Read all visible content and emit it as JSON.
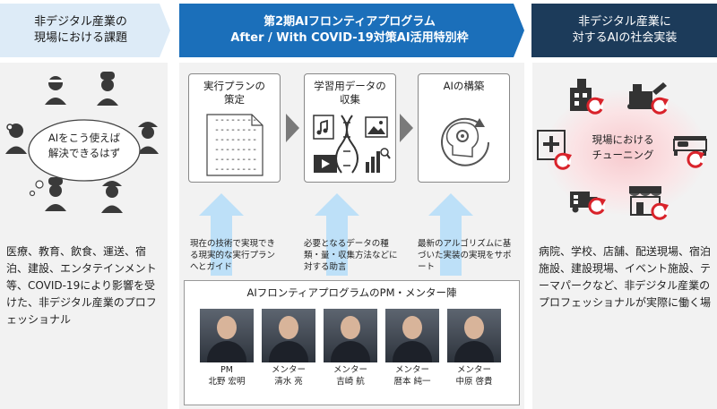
{
  "left": {
    "header": "非デジタル産業の\n現場における課題",
    "cloud_text": "AIをこう使えば\n解決できるはず",
    "description": "医療、教育、飲食、運送、宿泊、建設、エンタテインメント等、COVID-19により影響を受けた、非デジタル産業のプロフェッショナル"
  },
  "center": {
    "header_line1": "第2期AIフロンティアプログラム",
    "header_line2": "After / With COVID-19対策AI活用特別枠",
    "steps": [
      {
        "title": "実行プランの\n策定"
      },
      {
        "title": "学習用データの\n収集"
      },
      {
        "title": "AIの構築"
      }
    ],
    "plan_lines": "--------\n--------\n--------\n--------\n--------\n--------",
    "notes": [
      "現在の技術で実現できる現実的な実行プランへとガイド",
      "必要となるデータの種類・量・収集方法などに対する助言",
      "最新のアルゴリズムに基づいた実装の実現をサポート"
    ],
    "mentor_title": "AIフロンティアプログラムのPM・メンター陣",
    "mentors": [
      {
        "role": "PM",
        "name": "北野 宏明"
      },
      {
        "role": "メンター",
        "name": "清水 亮"
      },
      {
        "role": "メンター",
        "name": "吉崎 航"
      },
      {
        "role": "メンター",
        "name": "暦本 純一"
      },
      {
        "role": "メンター",
        "name": "中原 啓貴"
      }
    ]
  },
  "right": {
    "header": "非デジタル産業に\n対するAIの社会実装",
    "tuning_text": "現場における\nチューニング",
    "description": "病院、学校、店舗、配送現場、宿泊施設、建設現場、イベント施設、テーマパークなど、非デジタル産業のプロフェッショナルが実際に働く場"
  },
  "colors": {
    "left_banner": "#ddebf7",
    "center_banner": "#1b6fba",
    "right_banner": "#1c3b5a",
    "arrow_blue": "#bde0f8",
    "accent_red": "#d9232b"
  },
  "icons": [
    "doctor-icon",
    "chef-icon",
    "teacher-icon",
    "worker-icon",
    "hospital-icon",
    "construction-icon",
    "hotel-bed-icon",
    "truck-icon",
    "shop-icon",
    "music-icon",
    "dna-icon",
    "image-icon",
    "video-icon",
    "chart-icon",
    "ai-brain-icon",
    "refresh-icon"
  ]
}
